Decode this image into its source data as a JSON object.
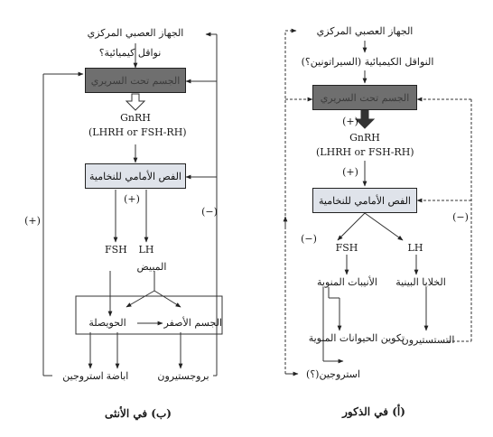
{
  "left": {
    "cns": "الجهاز العصبي المركزي",
    "neuro": "نواقل كيميائية؟",
    "hypothalamus": "الجسم تحت السريري",
    "gnrh": "GnRH",
    "gnrh_alt": "(LHRH or FSH-RH)",
    "pituitary": "الفص الأمامي للنخامية",
    "plus1": "(+)",
    "minus": "(−)",
    "plus_loop": "(+)",
    "fsh": "FSH",
    "lh": "LH",
    "ovary": "المبيض",
    "follicle": "الحويصلة",
    "corpus": "الجسم الأصفر",
    "estrogen": "استروجين",
    "ovulation": "اباضة",
    "progesterone": "بروجستيرون",
    "caption": "(ب) في الأنثى"
  },
  "right": {
    "cns": "الجهاز العصبي المركزي",
    "neuro": "النواقل الكيميائية (السيراتونين؟)",
    "hypothalamus": "الجسم تحت السريري",
    "plus1": "(+)",
    "gnrh": "GnRH",
    "gnrh_alt": "(LHRH or FSH-RH)",
    "plus2": "(+)",
    "pituitary": "الفص الأمامي للنخامية",
    "minus_left": "(−)",
    "minus_right": "(−)",
    "fsh": "FSH",
    "lh": "LH",
    "tubules": "الأنيبات المنوية",
    "interstitial": "الخلايا البينية",
    "sperm": "تكوين الحيوانات المنوية",
    "testosterone": "التستستيرون",
    "estrogen": "استروجين(؟)",
    "caption": "(أ) في الذكور"
  }
}
